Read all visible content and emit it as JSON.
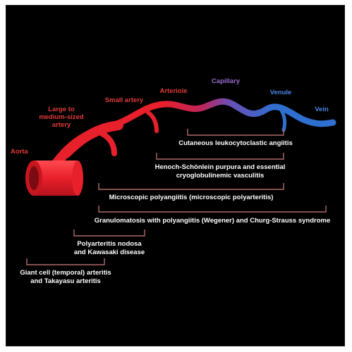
{
  "vessels": {
    "aorta": "Aorta",
    "large_line1": "Large to",
    "large_line2": "medium-sized",
    "large_line3": "artery",
    "small": "Small artery",
    "arteriole": "Arteriole",
    "capillary": "Capillary",
    "venule": "Venule",
    "vein": "Vein"
  },
  "diseases": {
    "cutaneous": "Cutaneous leukocytoclastic angiitis",
    "henoch_line1": "Henoch-Schönlein purpura and essential",
    "henoch_line2": "cryoglobulinemic vasculitis",
    "microscopic": "Microscopic polyangiitis (microscopic polyarteritis)",
    "granulomatosis": "Granulomatosis with polyangiitis (Wegener) and Churg-Strauss syndrome",
    "polyarteritis_line1": "Polyarteritis nodosa",
    "polyarteritis_line2": "and Kawasaki disease",
    "giant_line1": "Giant cell (temporal) arteritis",
    "giant_line2": "and Takayasu arteritis"
  },
  "colors": {
    "artery": "#e8202b",
    "capillary": "#8d55b8",
    "vein": "#2e6fd0",
    "bracket": "#b06a6a"
  }
}
